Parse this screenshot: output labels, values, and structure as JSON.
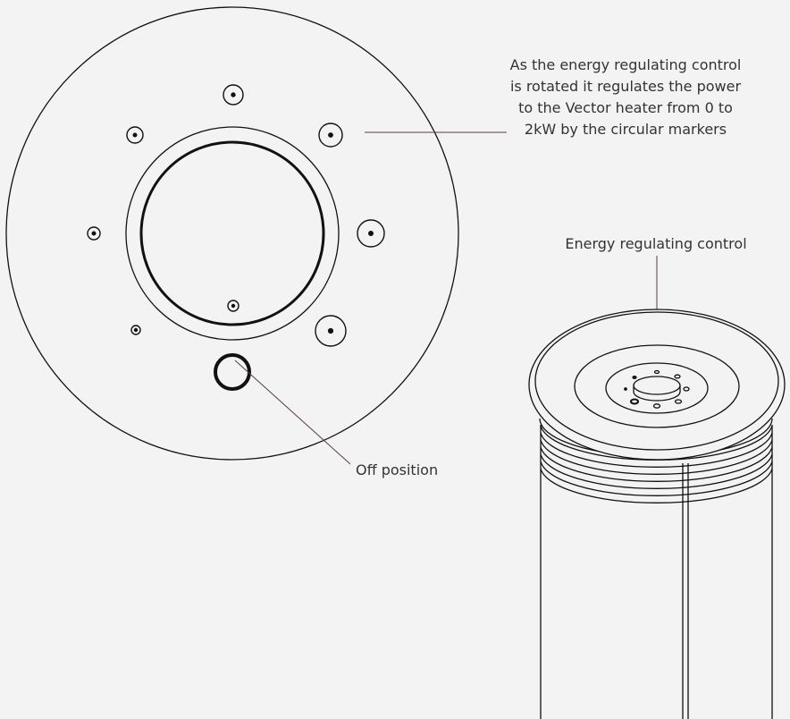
{
  "annotations": {
    "power_note_lines": [
      "As the energy regulating control",
      "is rotated it regulates the power",
      "to the Vector heater from 0 to",
      "2kW by the circular markers"
    ],
    "energy_control_label": "Energy regulating control",
    "off_position_label": "Off position"
  },
  "colors": {
    "background": "#f3f3f3",
    "stroke": "#111111",
    "leader": "#5a3d3d",
    "text": "#333333"
  }
}
